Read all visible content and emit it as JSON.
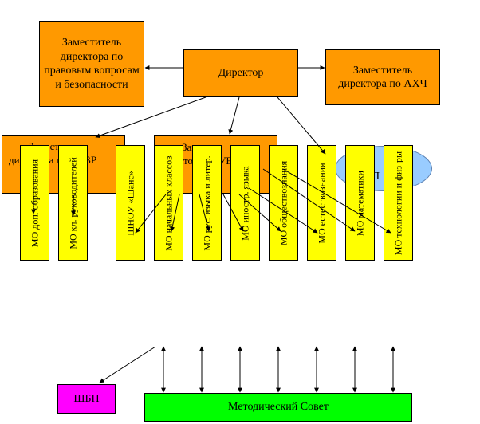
{
  "diagram": {
    "director": "Директор",
    "deputy_legal": "Заместитель директора по правовым вопросам и безопасности",
    "deputy_ahch": "Заместитель директора по АХЧ",
    "deputy_ovvr_fragment": "директора по ОВВР",
    "deputy_ovvr_top": "Заместитель",
    "deputy_uvr_fragment": "Заместит",
    "deputy_uvr_bottom": "директора по УВР",
    "ellipse_fragment": "П",
    "columns": [
      "МО доп. образования",
      "МО кл. руководителей",
      "ШНОУ «Шанс»",
      "МО начальных классов",
      "МО рус. языка и литер.",
      "МО иностр. языка",
      "МО обществознания",
      "МО естествознания",
      "МО математики",
      "МО технологии и физ-ры"
    ],
    "methodical_council": "Методический Совет",
    "shbp": "ШБП"
  },
  "colors": {
    "orange": "#ff9900",
    "yellow": "#ffff00",
    "green": "#00ff00",
    "magenta": "#ff00ff",
    "ellipse": "#99ccff"
  }
}
